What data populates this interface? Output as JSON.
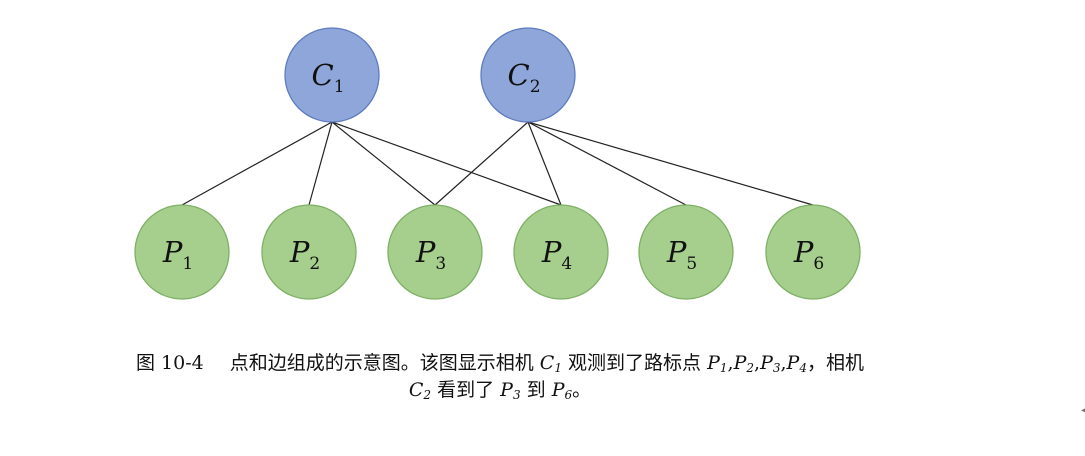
{
  "diagram": {
    "cameras": [
      {
        "id": "C1",
        "base": "C",
        "sub": "1",
        "fill": "#8fa6da",
        "stroke": "#5f7cc1"
      },
      {
        "id": "C2",
        "base": "C",
        "sub": "2",
        "fill": "#8fa6da",
        "stroke": "#5f7cc1"
      }
    ],
    "landmarks": [
      {
        "id": "P1",
        "base": "P",
        "sub": "1"
      },
      {
        "id": "P2",
        "base": "P",
        "sub": "2"
      },
      {
        "id": "P3",
        "base": "P",
        "sub": "3"
      },
      {
        "id": "P4",
        "base": "P",
        "sub": "4"
      },
      {
        "id": "P5",
        "base": "P",
        "sub": "5"
      },
      {
        "id": "P6",
        "base": "P",
        "sub": "6"
      }
    ],
    "landmark_fill": "#a6cf8e",
    "landmark_stroke": "#7fb066",
    "camera_fill": "#8fa6da",
    "edge_color": "#222222",
    "edges": [
      [
        "C1",
        "P1"
      ],
      [
        "C1",
        "P2"
      ],
      [
        "C1",
        "P3"
      ],
      [
        "C1",
        "P4"
      ],
      [
        "C2",
        "P3"
      ],
      [
        "C2",
        "P4"
      ],
      [
        "C2",
        "P5"
      ],
      [
        "C2",
        "P6"
      ]
    ]
  },
  "caption": {
    "figure_number": "图 10-4",
    "line1_text": "点和边组成的示意图。该图显示相机",
    "line1_cam": "C",
    "line1_cam_sub": "1",
    "line1_mid": "观测到了路标点",
    "line1_points": [
      {
        "base": "P",
        "sub": "1"
      },
      {
        "base": "P",
        "sub": "2"
      },
      {
        "base": "P",
        "sub": "3"
      },
      {
        "base": "P",
        "sub": "4"
      }
    ],
    "line1_end": "，相机",
    "line2_cam": "C",
    "line2_cam_sub": "2",
    "line2_mid": "看到了",
    "line2_from": "P",
    "line2_from_sub": "3",
    "line2_to_word": "到",
    "line2_to": "P",
    "line2_to_sub": "6",
    "line2_end": "。"
  }
}
